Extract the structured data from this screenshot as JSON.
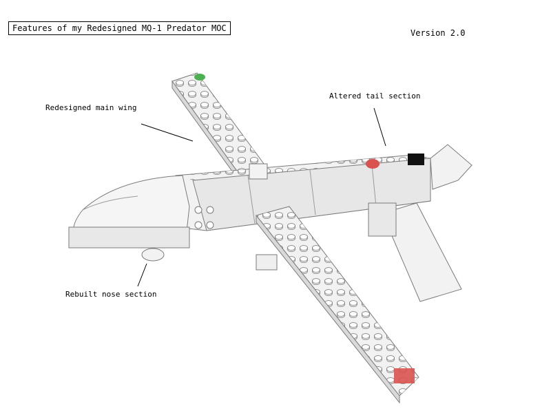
{
  "header": {
    "title": "Features of my Redesigned MQ-1 Predator MOC",
    "version": "Version 2.0"
  },
  "callouts": {
    "main_wing": "Redesigned main wing",
    "tail": "Altered tail section",
    "nose": "Rebuilt nose section"
  },
  "colors": {
    "brick_white": "#f2f2f2",
    "brick_shadow": "#d9d9d9",
    "brick_outline": "#7a7a7a",
    "highlight_red": "#d9534f",
    "highlight_green": "#4caf50",
    "highlight_black": "#111111"
  },
  "icons": {
    "model": "lego-uav-model-render"
  }
}
